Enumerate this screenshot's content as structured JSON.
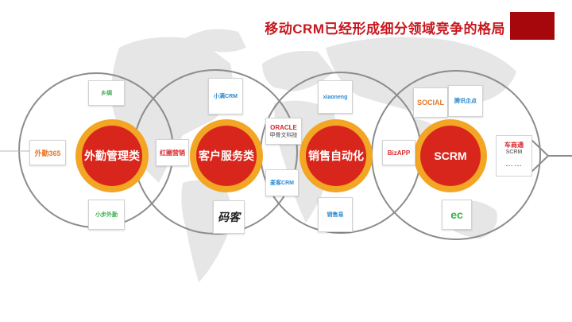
{
  "title": "移动CRM已经形成细分领域竞争的格局",
  "colors": {
    "accent": "#c8171e",
    "hub": "#d9261c",
    "hub_ring": "#f2a623",
    "title_block": "#a6070c"
  },
  "hubs": [
    {
      "label": "外勤管理类"
    },
    {
      "label": "客户服务类"
    },
    {
      "label": "销售自动化"
    },
    {
      "label": "SCRM"
    }
  ],
  "logos": {
    "waiqin365": "外勤365",
    "xiangchou": "乡绸",
    "xiaobu": "小步外勤",
    "hongquan": "红圈营销",
    "xiaoman": "小满CRM",
    "oracle": "ORACLE",
    "oracle_sub": "甲骨文科技",
    "maike": "麦客CRM",
    "xiaoneng": "xiaoneng",
    "mashang": "码客",
    "xiaoshou_yi": "销售易",
    "bizapp": "BizAPP",
    "social": "SOCIAL",
    "tencent": "腾讯企点",
    "ec": "ec"
  },
  "more_box": {
    "brand": "车商通",
    "brand_sub": "SCRM",
    "ellipsis": "……"
  }
}
